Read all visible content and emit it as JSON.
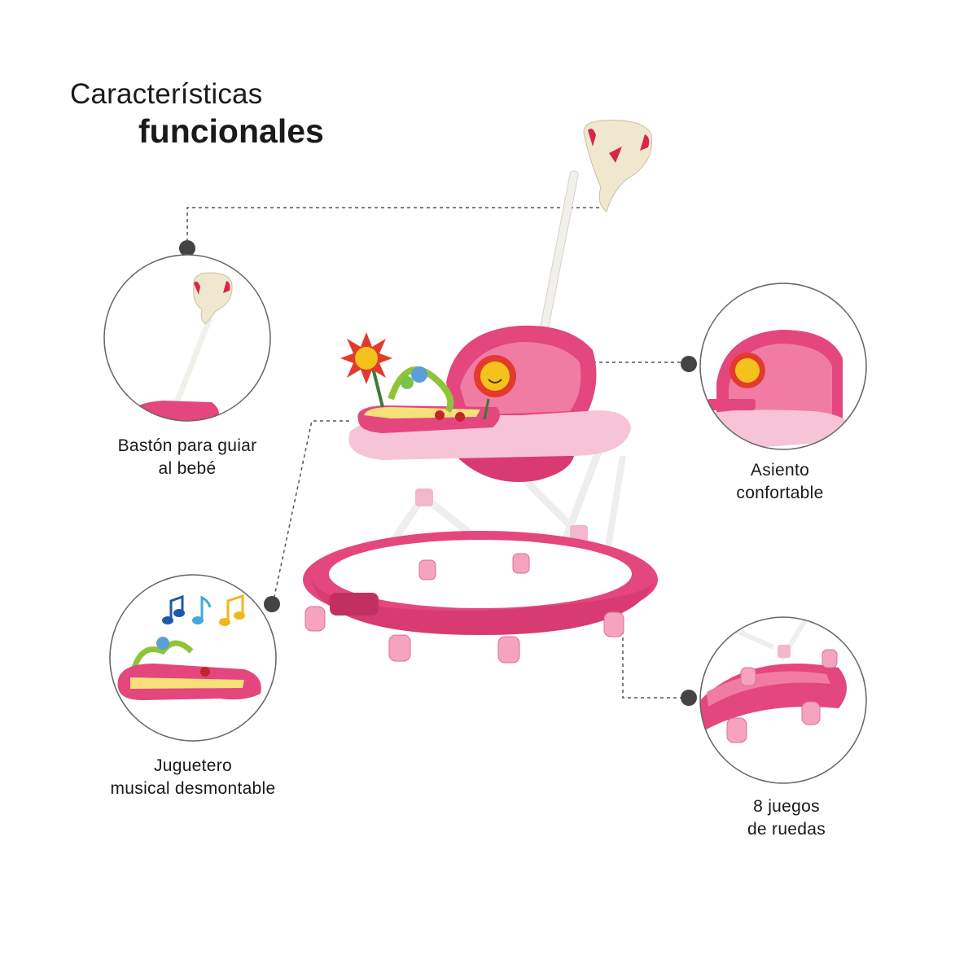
{
  "heading": {
    "line1": "Características",
    "line2": "funcionales"
  },
  "features": [
    {
      "name": "handle",
      "line1": "Bastón para guiar",
      "line2": "al bebé"
    },
    {
      "name": "seat",
      "line1": "Asiento",
      "line2": "confortable"
    },
    {
      "name": "toy-tray",
      "line1": "Juguetero",
      "line2": "musical desmontable"
    },
    {
      "name": "wheels",
      "line1": "8 juegos",
      "line2": "de ruedas"
    }
  ],
  "colors": {
    "pink": "#e4467e",
    "light_pink": "#f4b6cc",
    "cream": "#efe8cf",
    "connector": "#555555"
  }
}
